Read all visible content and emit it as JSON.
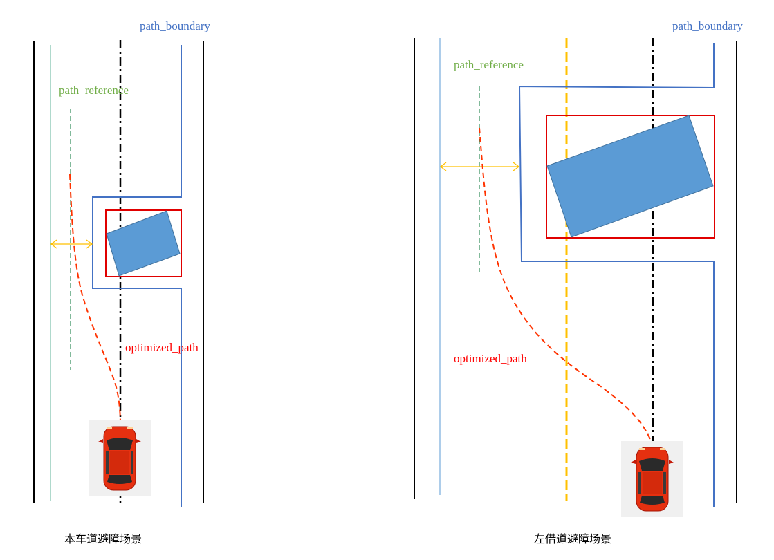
{
  "colors": {
    "road_edge": "#000000",
    "path_boundary": "#4472c4",
    "path_reference": "#70ad47",
    "reference_line": "#5b9bd5",
    "optimized_path": "#ff3300",
    "obstacle_fill": "#5b9bd5",
    "obstacle_box": "#e00000",
    "buffer_arrow": "#ffc000",
    "lane_divider": "#ffc000",
    "car_body": "#e53010"
  },
  "scenes": [
    {
      "caption": "本车道避障场景",
      "path_boundary_label": "path_boundary",
      "path_reference_label": "path_reference",
      "optimized_path_label": "optimized_path",
      "car_icon": "car-top-view-icon"
    },
    {
      "caption": "左借道避障场景",
      "path_boundary_label": "path_boundary",
      "path_reference_label": "path_reference",
      "optimized_path_label": "optimized_path",
      "car_icon": "car-top-view-icon"
    }
  ]
}
